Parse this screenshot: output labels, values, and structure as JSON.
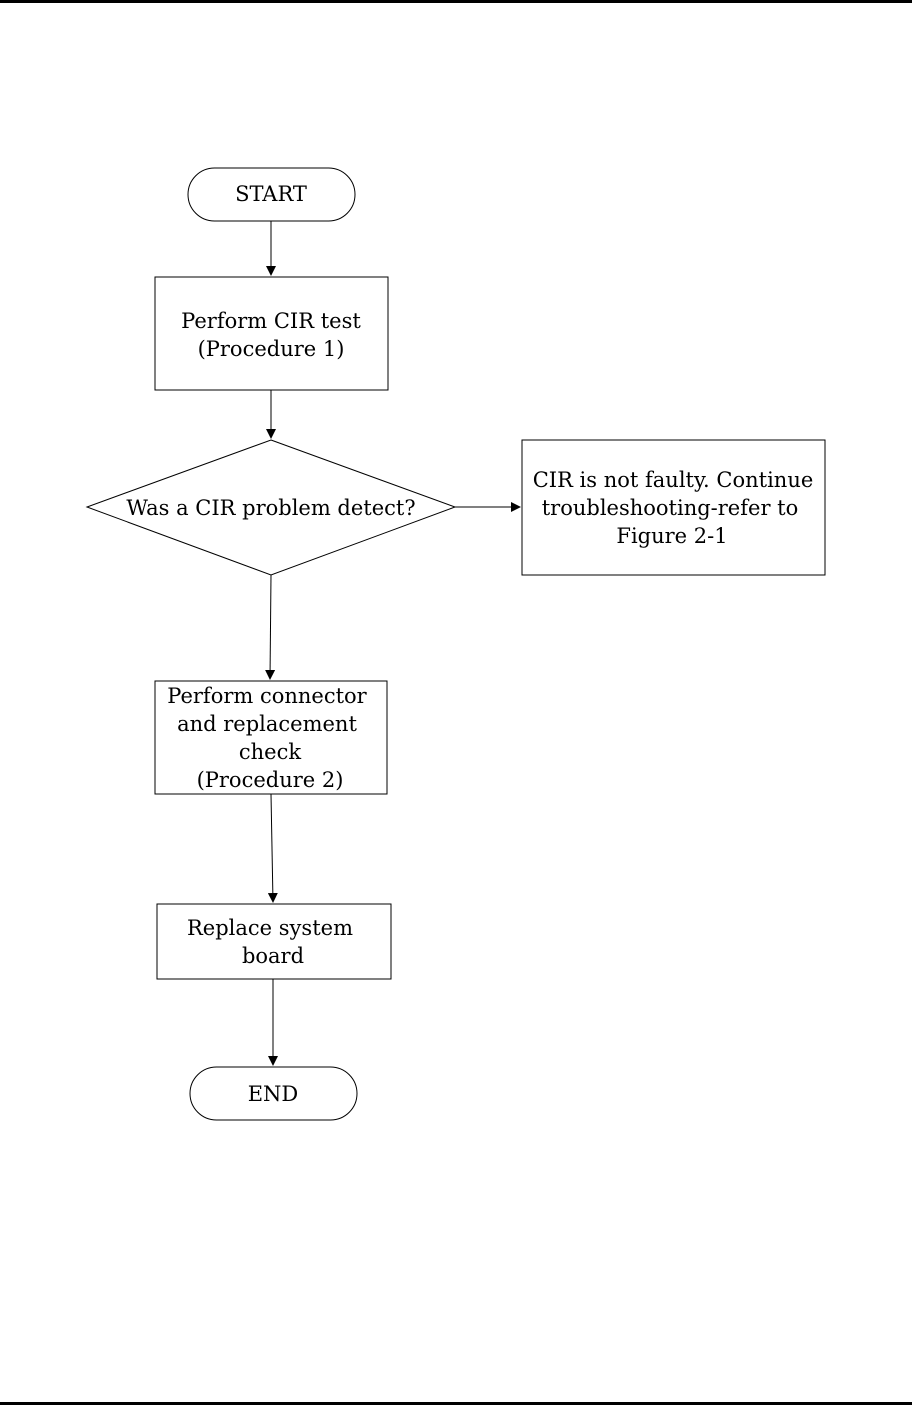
{
  "flowchart": {
    "start": "START",
    "step1": [
      "Perform CIR test",
      "(Procedure 1)"
    ],
    "decision": "Was a CIR problem detect?",
    "no_branch": [
      "CIR is not faulty. Continue",
      "troubleshooting-refer to",
      "Figure 2-1"
    ],
    "step2": [
      "Perform connector",
      "and replacement",
      "check",
      "(Procedure 2)"
    ],
    "step3": [
      "Replace system",
      "board"
    ],
    "end": "END"
  },
  "colors": {
    "stroke": "#000000",
    "background": "#ffffff"
  }
}
